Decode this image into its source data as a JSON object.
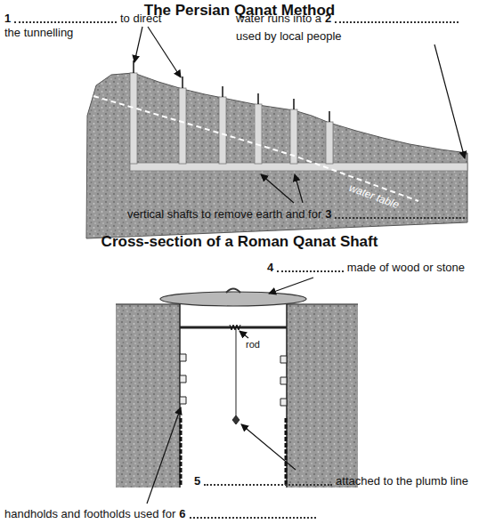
{
  "diagram": {
    "title": "The Persian Qanat Method",
    "labels": [
      "1",
      "to direct the tunnelling",
      "water runs into a",
      "2",
      "used by local people",
      "water table",
      "vertical shafts to remove earth and for",
      "3",
      "Cross-section of a Roman Qanat Shaft",
      "4",
      "made of wood or stone",
      "rod",
      "5",
      "attached to the plumb line",
      "handholds and footholds used for",
      "6"
    ]
  }
}
